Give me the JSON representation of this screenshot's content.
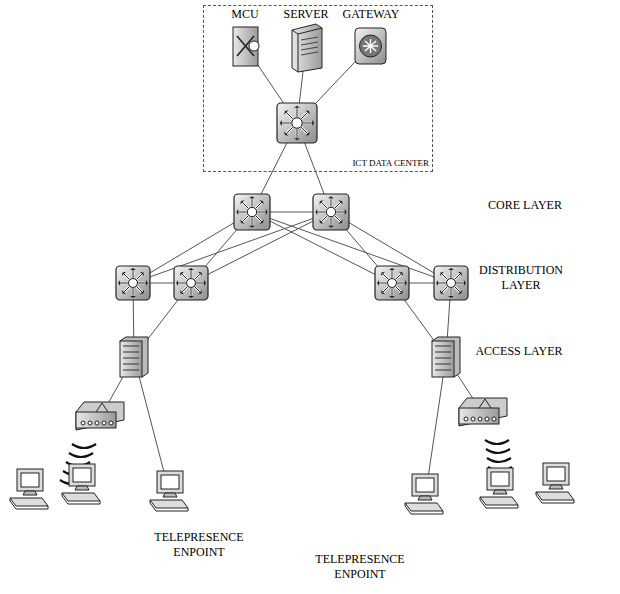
{
  "diagram": {
    "nodes": [
      {
        "text": [
          "ICT DATA CENTER"
        ]
      },
      {
        "text": [
          "MCU"
        ],
        "in": 0
      },
      {
        "text": [
          "SERVER"
        ],
        "in": 0
      },
      {
        "text": [
          "GATEWAY"
        ],
        "in": 0
      },
      {
        "text": [
          "TELEPRESENCE ENPOINT"
        ]
      },
      {
        "text": [
          "TELEPRESENCE ENPOINT"
        ]
      }
    ],
    "labels": [
      "CORE LAYER",
      "DISTRIBUTION LAYER",
      "ACCESS LAYER"
    ]
  }
}
